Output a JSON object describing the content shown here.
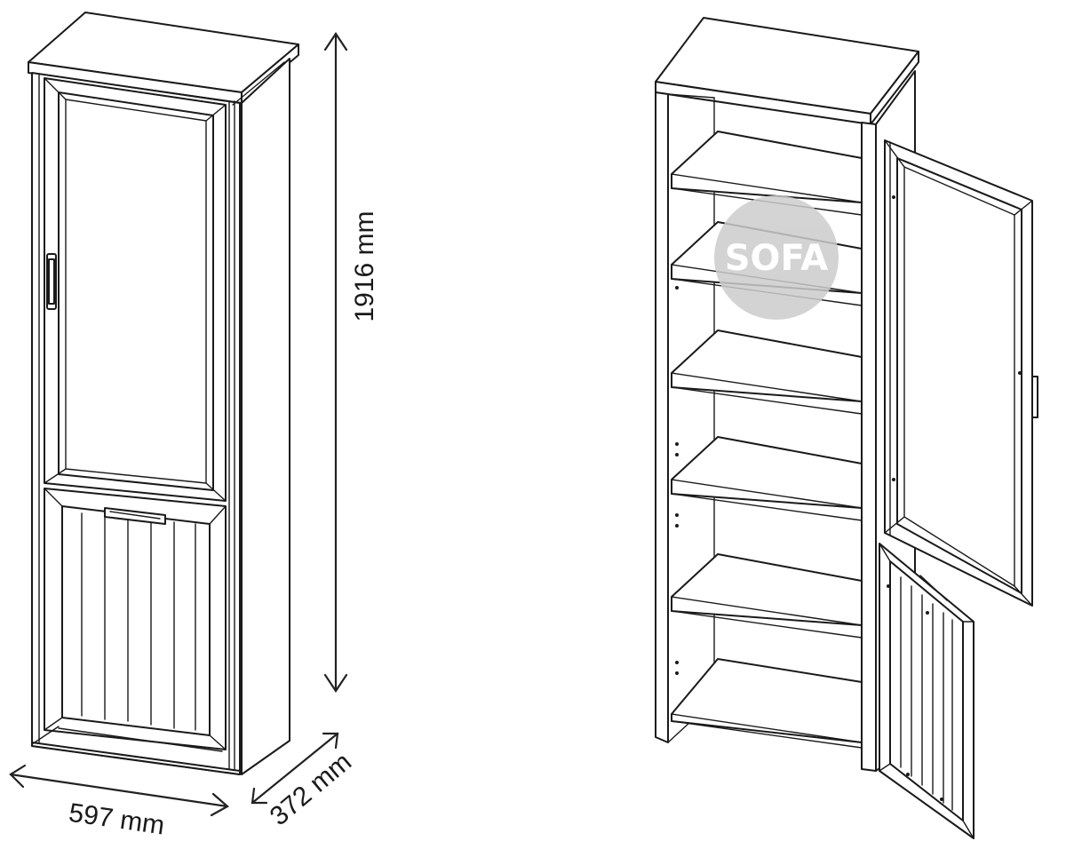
{
  "dimensions": {
    "height": "1916 mm",
    "width": "597 mm",
    "depth": "372 mm"
  },
  "watermark": {
    "text": "SOFA",
    "color": "#c8c8c8"
  },
  "colors": {
    "line": "#1a1a1a",
    "background": "#ffffff"
  }
}
